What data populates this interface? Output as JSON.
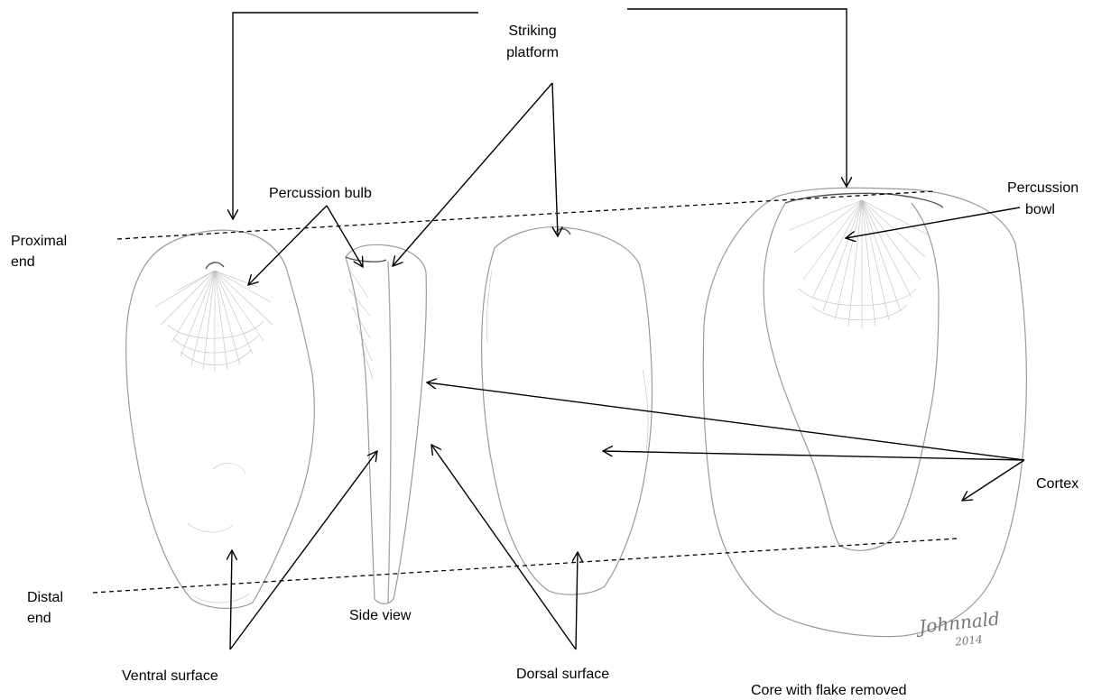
{
  "labels": {
    "striking_platform_line1": "Striking",
    "striking_platform_line2": "platform",
    "percussion_bulb": "Percussion bulb",
    "percussion_bowl_line1": "Percussion",
    "percussion_bowl_line2": "bowl",
    "proximal_end_line1": "Proximal",
    "proximal_end_line2": "end",
    "distal_end_line1": "Distal",
    "distal_end_line2": "end",
    "side_view": "Side view",
    "cortex": "Cortex",
    "ventral_surface": "Ventral surface",
    "dorsal_surface": "Dorsal surface",
    "core_with_flake_removed": "Core with flake removed"
  },
  "signature": {
    "name": "Johnnald",
    "year": "2014"
  }
}
